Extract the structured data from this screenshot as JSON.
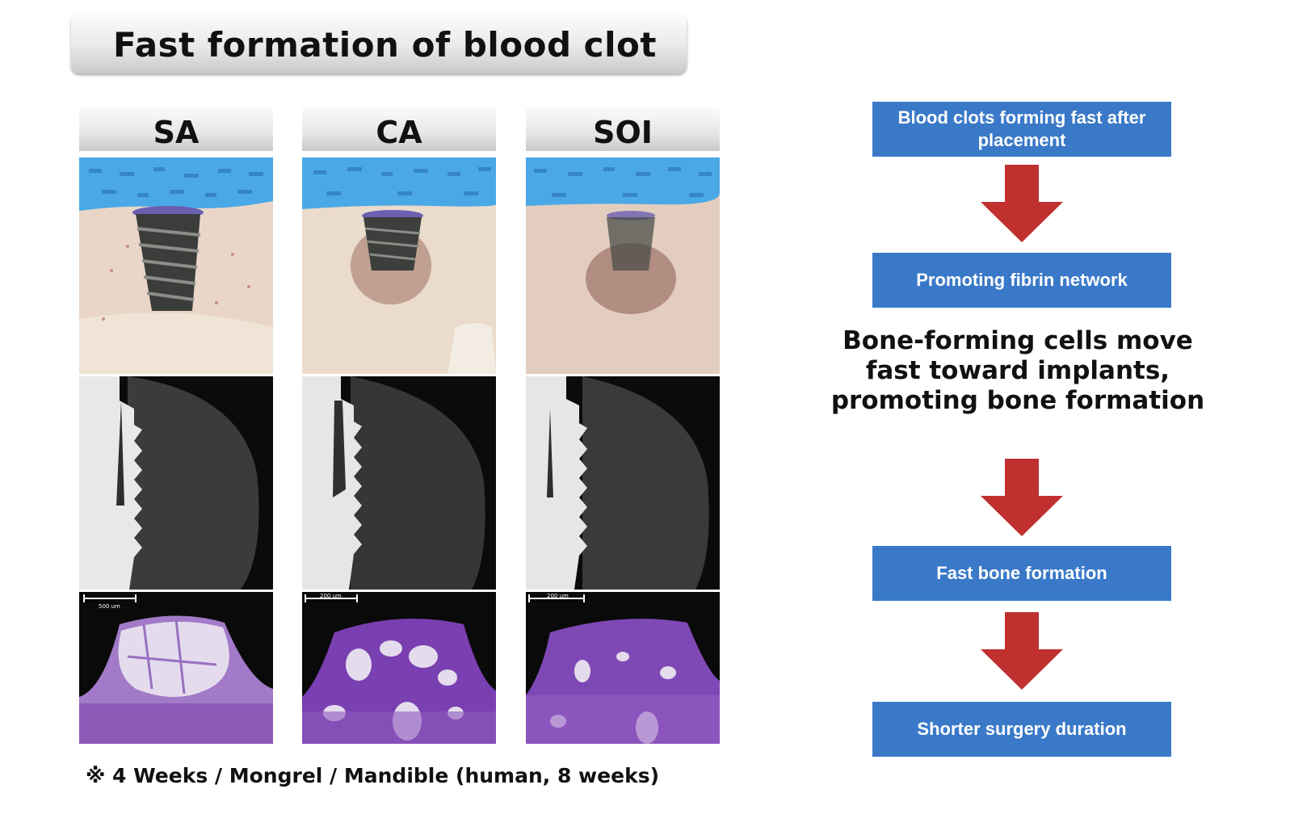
{
  "title": "Fast formation of blood clot",
  "columns": [
    {
      "label": "SA",
      "scale_bar": "500 um"
    },
    {
      "label": "CA",
      "scale_bar": "200 um"
    },
    {
      "label": "SOI",
      "scale_bar": "200 um"
    }
  ],
  "footnote": "※ 4 Weeks / Mongrel / Mandible (human, 8 weeks)",
  "flow": {
    "step1": "Blood clots forming fast after placement",
    "step2": "Promoting fibrin network",
    "middle_text": "Bone-forming cells move fast toward implants, promoting bone formation",
    "step3": "Fast bone formation",
    "step4": "Shorter surgery duration"
  },
  "colors": {
    "flow_box": "#3a79c8",
    "arrow": "#c0302f"
  }
}
